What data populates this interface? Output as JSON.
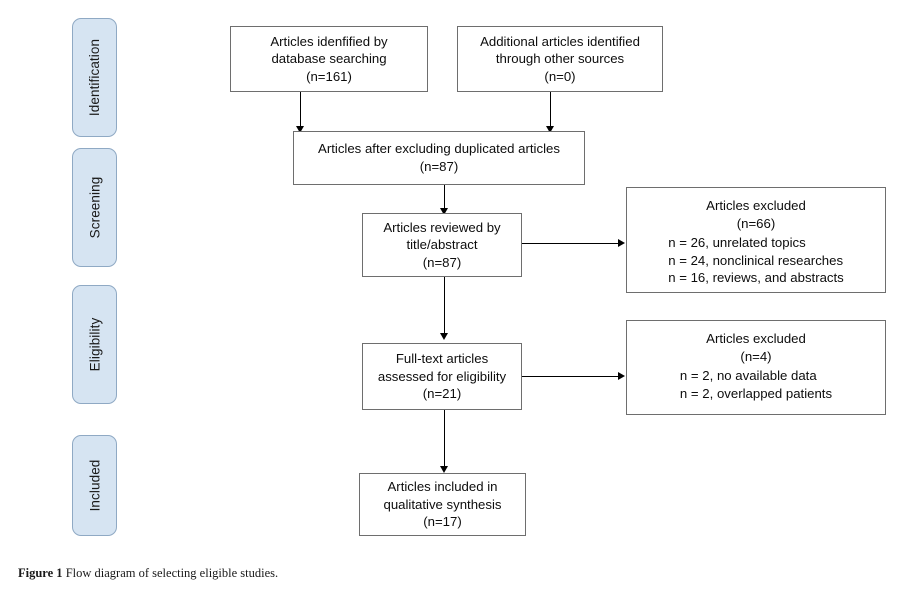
{
  "figure": {
    "caption_label": "Figure 1",
    "caption_text": " Flow diagram of selecting eligible studies."
  },
  "colors": {
    "stage_fill": "#d6e4f2",
    "stage_border": "#8fa9c4",
    "box_border": "#6e6e6e",
    "connector": "#000000",
    "text": "#0d0d0d",
    "background": "#ffffff"
  },
  "stages": [
    {
      "label": "Identification"
    },
    {
      "label": "Screening"
    },
    {
      "label": "Eligibility"
    },
    {
      "label": "Included"
    }
  ],
  "boxes": {
    "database_search": {
      "line1": "Articles idenfified by",
      "line2": "database searching",
      "line3": "(n=161)",
      "count": 161
    },
    "other_sources": {
      "line1": "Additional articles identified",
      "line2": "through other sources",
      "line3": "(n=0)",
      "count": 0
    },
    "after_duplicates": {
      "line1": "Articles after excluding duplicated articles",
      "line2": "(n=87)",
      "count": 87
    },
    "title_abstract_review": {
      "line1": "Articles reviewed by",
      "line2": "title/abstract",
      "line3": "(n=87)",
      "count": 87
    },
    "excluded_screening": {
      "line1": "Articles excluded",
      "line2": "(n=66)",
      "count": 66,
      "reasons": [
        "n = 26, unrelated topics",
        "n = 24, nonclinical researches",
        "n = 16, reviews, and abstracts"
      ]
    },
    "fulltext_eligibility": {
      "line1": "Full-text articles",
      "line2": "assessed for eligibility",
      "line3": "(n=21)",
      "count": 21
    },
    "excluded_eligibility": {
      "line1": "Articles excluded",
      "line2": "(n=4)",
      "count": 4,
      "reasons": [
        "n = 2, no available data",
        "n = 2, overlapped patients"
      ]
    },
    "included_synthesis": {
      "line1": "Articles included in",
      "line2": "qualitative synthesis",
      "line3": "(n=17)",
      "count": 17
    }
  }
}
